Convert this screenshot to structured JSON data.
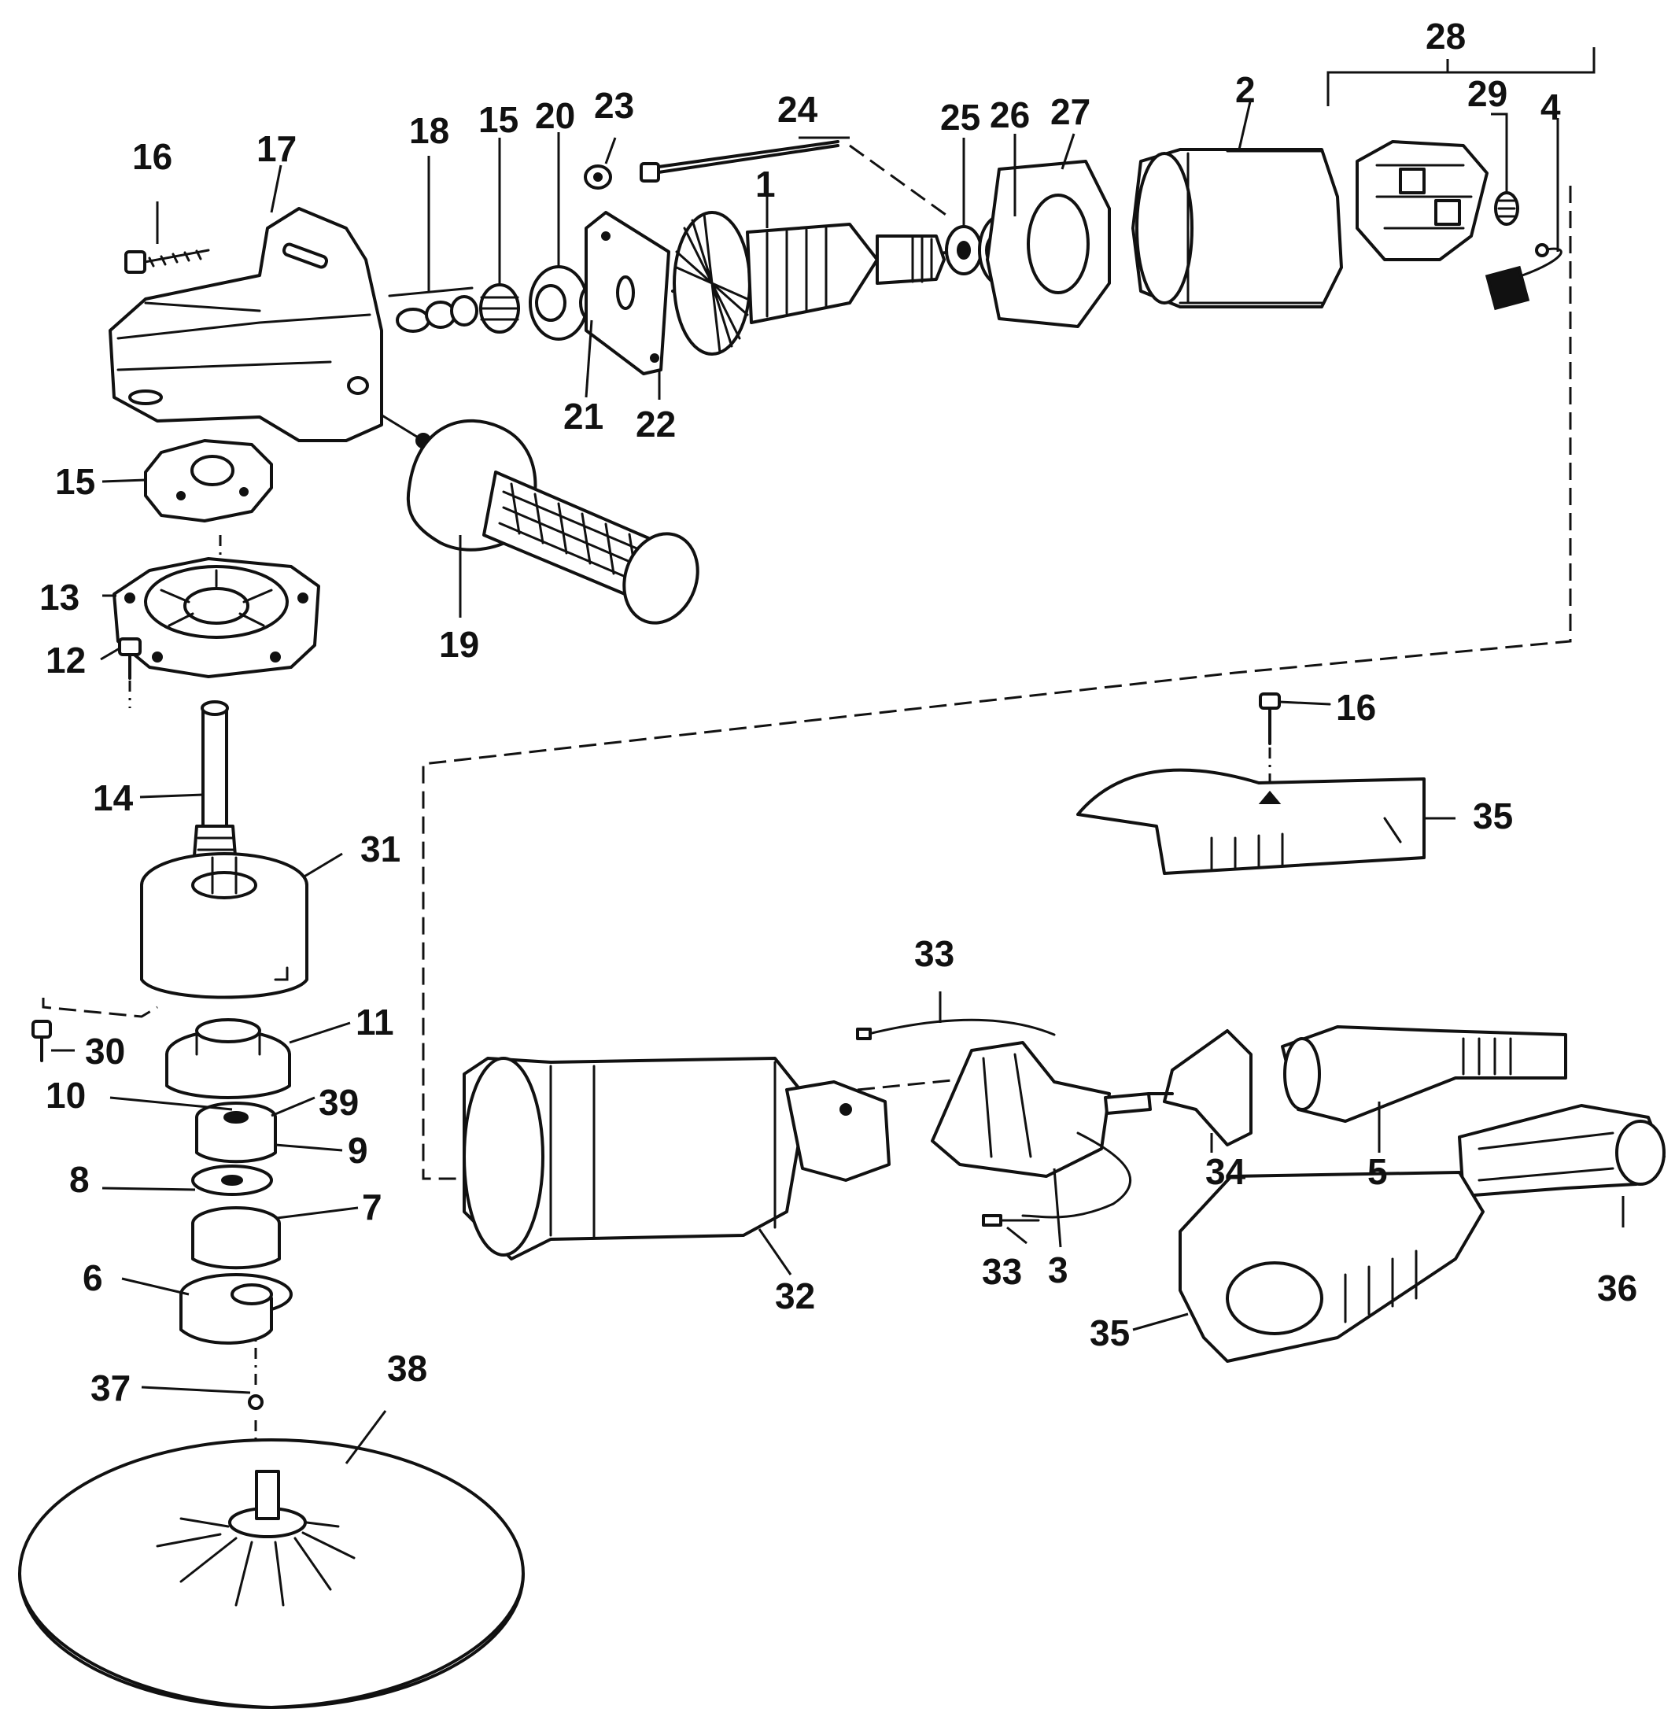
{
  "labels": {
    "l1": "1",
    "l2": "2",
    "l3": "3",
    "l4": "4",
    "l5": "5",
    "l6": "6",
    "l7": "7",
    "l8": "8",
    "l9": "9",
    "l10": "10",
    "l11": "11",
    "l12": "12",
    "l13": "13",
    "l14": "14",
    "l15a": "15",
    "l15b": "15",
    "l16a": "16",
    "l16b": "16",
    "l17": "17",
    "l18": "18",
    "l19": "19",
    "l20": "20",
    "l21": "21",
    "l22": "22",
    "l23": "23",
    "l24": "24",
    "l25": "25",
    "l26": "26",
    "l27": "27",
    "l28": "28",
    "l29": "29",
    "l30": "30",
    "l31": "31",
    "l32": "32",
    "l33a": "33",
    "l33b": "33",
    "l34": "34",
    "l35a": "35",
    "l35b": "35",
    "l36": "36",
    "l37": "37",
    "l38": "38",
    "l39": "39"
  }
}
